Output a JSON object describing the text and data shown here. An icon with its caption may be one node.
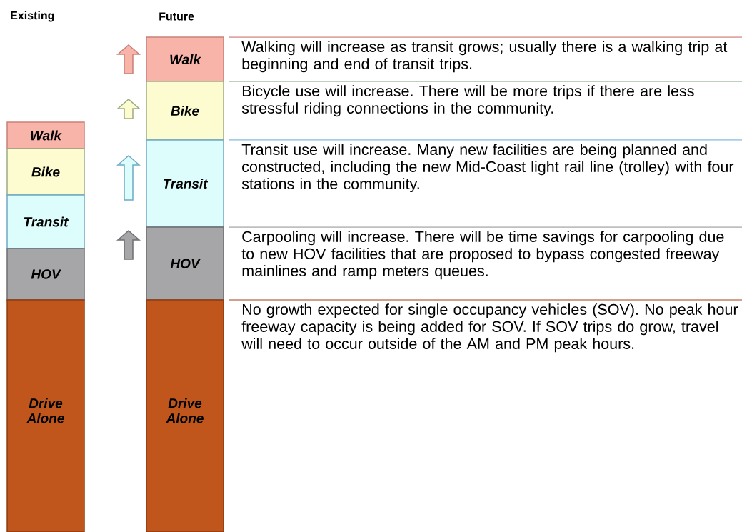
{
  "diagram": {
    "nodes": [
      {
        "text": [
          "Walk"
        ]
      },
      {
        "text": [
          "Bike"
        ]
      },
      {
        "text": [
          "Transit"
        ]
      },
      {
        "text": [
          "HOV"
        ]
      },
      {
        "text": [
          "Drive Alone"
        ]
      },
      {
        "text": [
          "Walk"
        ],
        "beside": [
          "Walking will increase as transit grows; usually there is a walking trip at beginning and end of transit trips."
        ]
      },
      {
        "text": [
          "Bike"
        ],
        "beside": [
          "Bicycle use will increase. There will be more trips if there are less stressful riding connections in the community."
        ]
      },
      {
        "text": [
          "Transit"
        ],
        "beside": [
          "Transit use will increase. Many new facilities are being planned and constructed, including the new Mid-Coast light rail line (trolley) with four stations in the community."
        ]
      },
      {
        "text": [
          "HOV"
        ],
        "beside": [
          "Carpooling will increase. There will be time savings for carpooling due to new HOV facilities that are proposed to bypass congested freeway mainlines and ramp meters queues."
        ]
      },
      {
        "text": [
          "Drive Alone"
        ],
        "beside": [
          "No growth expected for single occupancy vehicles (SOV). No peak hour freeway capacity is being added for SOV. If SOV trips do grow, travel will need to occur outside of the AM and PM peak hours."
        ]
      }
    ],
    "labels": [
      "Existing",
      "Future"
    ]
  }
}
